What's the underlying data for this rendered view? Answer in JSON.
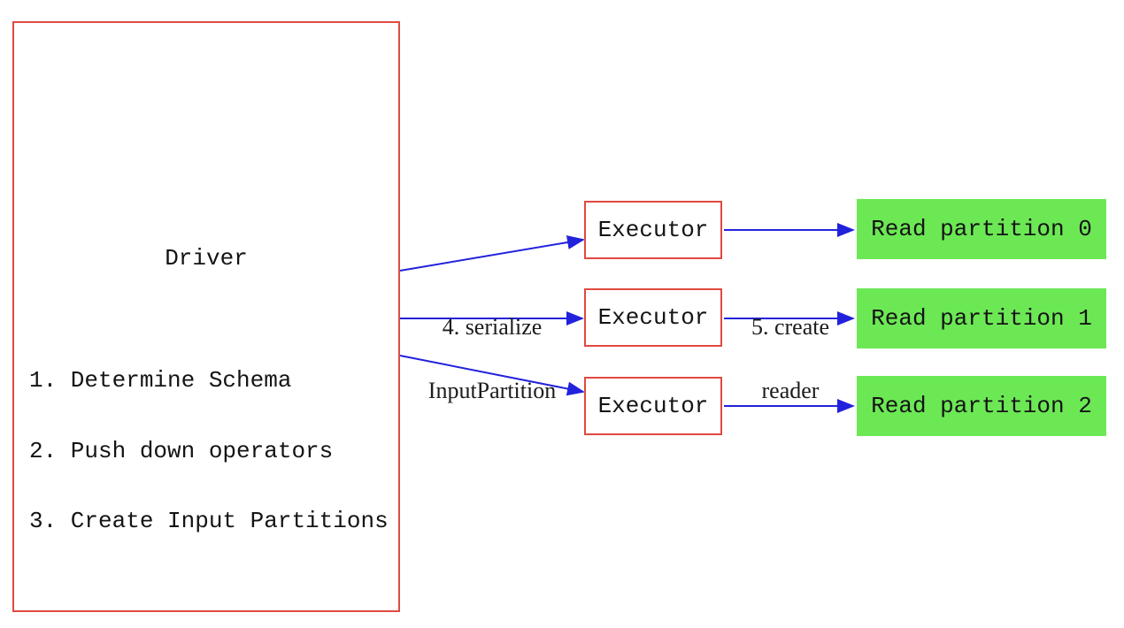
{
  "diagram": {
    "colors": {
      "node_border_red": "#e04a40",
      "arrow_blue": "#2222dd",
      "partition_green": "#6ce855",
      "background": "#ffffff",
      "text": "#141414"
    },
    "driver": {
      "title": "Driver",
      "steps": [
        "1. Determine Schema",
        "2. Push down operators",
        "3. Create Input Partitions"
      ]
    },
    "executors": [
      {
        "label": "Executor"
      },
      {
        "label": "Executor"
      },
      {
        "label": "Executor"
      }
    ],
    "partitions": [
      {
        "label": "Read partition 0"
      },
      {
        "label": "Read partition 1"
      },
      {
        "label": "Read partition 2"
      }
    ],
    "edge_labels": {
      "serialize": {
        "line1": "4. serialize",
        "line2": "InputPartition"
      },
      "create_reader": {
        "line1": "5. create",
        "line2": "reader"
      }
    }
  }
}
